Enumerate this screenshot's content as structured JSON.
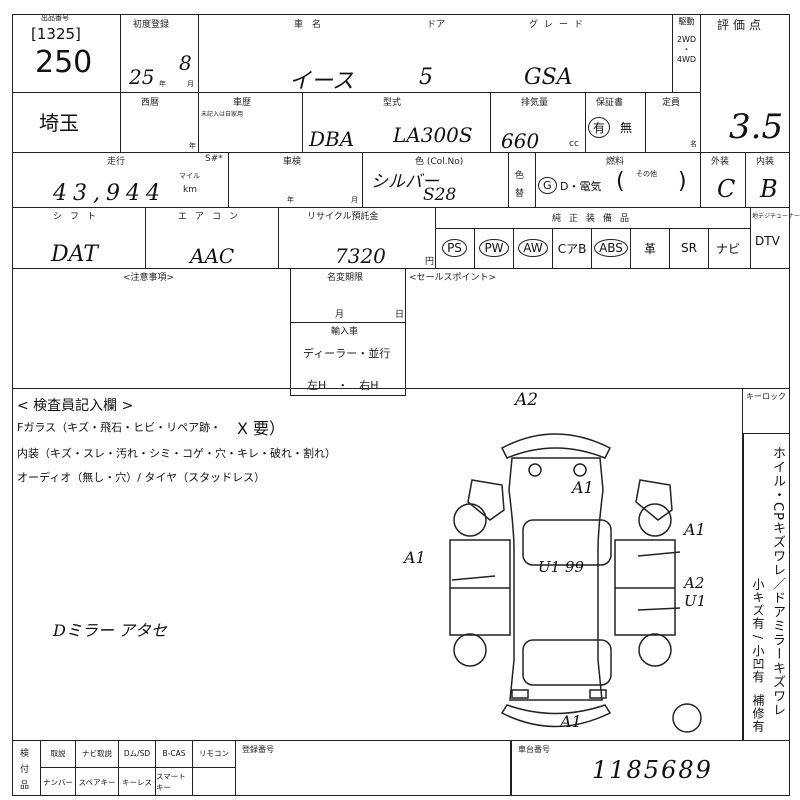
{
  "lot": {
    "header": "出品番号",
    "code": "[1325]",
    "number": "250"
  },
  "first_reg": {
    "label": "初度登録",
    "year": "25",
    "month": "8",
    "year_unit": "年",
    "month_unit": "月"
  },
  "car_name": {
    "label": "車　名",
    "value": "イース"
  },
  "door": {
    "label": "ドア",
    "value": "5"
  },
  "grade": {
    "label": "グレード",
    "value": "GSA"
  },
  "drive": {
    "label": "駆動",
    "opt1": "2WD",
    "sep": "・",
    "opt2": "4WD"
  },
  "score": {
    "label": "評価点",
    "value": "3.5"
  },
  "prefecture": "埼玉",
  "western_year": {
    "label": "西暦",
    "unit": "年"
  },
  "history": {
    "label": "車歴",
    "note": "未記入は自家用"
  },
  "model": {
    "label": "型式",
    "prefix": "DBA",
    "value": "LA300S"
  },
  "displacement": {
    "label": "排気量",
    "value": "660",
    "unit": "cc"
  },
  "warranty": {
    "label": "保証書",
    "yes": "有",
    "no": "無"
  },
  "capacity": {
    "label": "定員",
    "unit": "名"
  },
  "mileage": {
    "label": "走行",
    "meter_label": "S#*",
    "value": "43,944",
    "unit_mile": "マイル",
    "unit_km": "km"
  },
  "inspection": {
    "label": "車検",
    "year_unit": "年",
    "month_unit": "月"
  },
  "color": {
    "label": "色 (Col.No)",
    "value": "シルバー",
    "code": "S28",
    "change_label": "色替"
  },
  "fuel": {
    "label": "燃料",
    "g": "G",
    "rest": "D・電気",
    "other": "その他"
  },
  "exterior": {
    "label": "外装",
    "value": "C"
  },
  "interior": {
    "label": "内装",
    "value": "B"
  },
  "shift": {
    "label": "シフト",
    "value": "DAT"
  },
  "aircon": {
    "label": "エアコン",
    "value": "AAC"
  },
  "recycle": {
    "label": "リサイクル預託金",
    "value": "7320",
    "unit": "円"
  },
  "equipment": {
    "label": "純正装備品",
    "tuner_label": "地デジチューナー含",
    "items": [
      "PS",
      "PW",
      "AW",
      "CアB",
      "ABS",
      "革",
      "SR",
      "ナビ"
    ],
    "dtv": "DTV"
  },
  "notes": {
    "caution": "<注意事項>",
    "name_change": "名変期限",
    "month": "月",
    "day": "日",
    "import_label": "輸入車",
    "import_opt1": "ディーラー・並行",
    "import_opt2": "左H　・　右H",
    "sales_point": "<セールスポイント>"
  },
  "inspector": {
    "title": "< 検査員記入欄 >",
    "lines": [
      "Fガラス（キズ・飛石・ヒビ・リペア跡・",
      "内装（キズ・スレ・汚れ・シミ・コゲ・穴・キレ・破れ・割れ）",
      "オーディオ（無し・穴）/ タイヤ（スタッドレス）"
    ],
    "x_need": "X 要）",
    "handnote": "Dミラー アタセ",
    "keylock": "キーロック",
    "side_text": "ホイル・CPキズワレ／ドアミラーキズワレ",
    "side_sub1": "小キズ有 / 小凹有",
    "side_sub2": "補修有",
    "marks": [
      "A2",
      "A1",
      "A1",
      "A1",
      "U1 99",
      "A2",
      "U1",
      "A1"
    ]
  },
  "bottom": {
    "label": "検付品",
    "row1": [
      "取説",
      "ナビ取説",
      "Dム/SD",
      "B-CAS",
      "リモコン"
    ],
    "row2": [
      "ナンバー",
      "スペアキー",
      "キーレス",
      "スマートキー"
    ],
    "reg_label": "登録番号",
    "chassis_label": "車台番号",
    "chassis_value": "1185689"
  }
}
